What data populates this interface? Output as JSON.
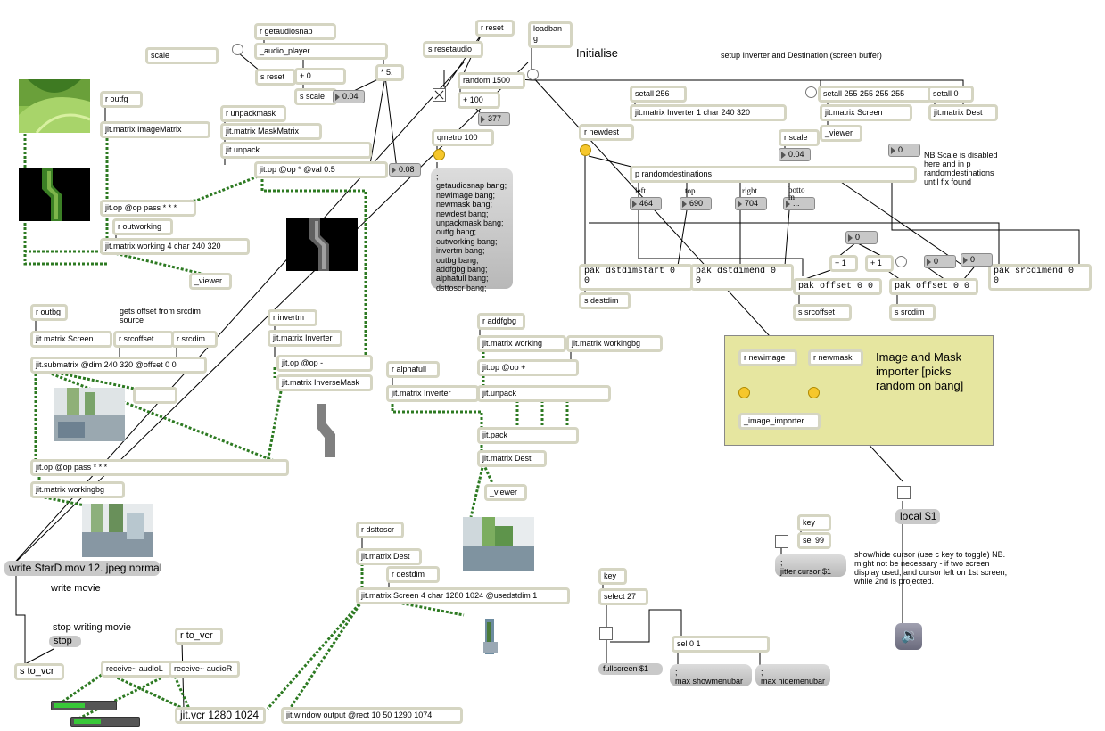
{
  "objects": {
    "scale": "scale",
    "r_getaudiosnap": "r getaudiosnap",
    "audio_player": "_audio_player",
    "plus0": "+ 0.",
    "s_reset": "s reset",
    "s_scale": "s scale",
    "times5": "* 5.",
    "r_reset": "r reset",
    "s_resetaudio": "s resetaudio",
    "loadbang": "loadban\ng",
    "random1500": "random 1500",
    "plus100": "+ 100",
    "qmetro": "qmetro 100",
    "r_outfg": "r outfg",
    "jit_imagematrix": "jit.matrix ImageMatrix",
    "r_unpackmask": "r unpackmask",
    "jit_maskmatrix": "jit.matrix MaskMatrix",
    "jit_unpack1": "jit.unpack",
    "jit_op_val": "jit.op @op * @val 0.5",
    "jit_op_pass1": "jit.op @op pass * * *",
    "r_outworking": "r outworking",
    "jit_working4": "jit.matrix working 4 char 240 320",
    "viewer1": "_viewer",
    "setall256": "setall 256",
    "jit_inverter1": "jit.matrix Inverter 1 char 240 320",
    "setall255": "setall 255 255 255 255",
    "setall0": "setall 0",
    "jit_screen1": "jit.matrix Screen",
    "jit_dest1": "jit.matrix Dest",
    "viewer2": "_viewer",
    "r_newdest": "r newdest",
    "r_scale": "r scale",
    "p_randomdest": "p randomdestinations",
    "pak_dststart": "pak dstdimstart 0\n0",
    "pak_dstend": "pak dstdimend 0\n0",
    "plus1a": "+ 1",
    "plus1b": "+ 1",
    "pak_offset1": "pak offset 0 0",
    "pak_offset2": "pak offset 0 0",
    "pak_srcend": "pak srcdimend 0\n0",
    "s_destdim": "s destdim",
    "s_srcoffset": "s srcoffset",
    "s_srcdim": "s srcdim",
    "r_outbg": "r outbg",
    "jit_screen2": "jit.matrix Screen",
    "r_srcoffset": "r srcoffset",
    "r_srcdim": "r srcdim",
    "jit_submatrix": "jit.submatrix @dim 240 320 @offset 0 0",
    "viewer3": "_viewer",
    "r_invertm": "r invertm",
    "jit_inverter2": "jit.matrix Inverter",
    "jit_op_minus": "jit.op @op -",
    "jit_inversemask": "jit.matrix InverseMask",
    "r_addfgbg": "r addfgbg",
    "jit_working": "jit.matrix working",
    "jit_workingbg": "jit.matrix workingbg",
    "jit_op_plus": "jit.op @op +",
    "r_alphafull": "r alphafull",
    "jit_inverter3": "jit.matrix Inverter",
    "jit_unpack2": "jit.unpack",
    "jit_pack": "jit.pack",
    "jit_dest2": "jit.matrix Dest",
    "viewer4": "_viewer",
    "jit_op_pass2": "jit.op @op pass * * *",
    "jit_workingbg2": "jit.matrix workingbg",
    "r_newimage": "r newimage",
    "r_newmask": "r newmask",
    "image_importer": "_image_importer",
    "r_dsttoscr": "r dsttoscr",
    "jit_dest3": "jit.matrix Dest",
    "r_destdim": "r destdim",
    "jit_screen_big": "jit.matrix Screen 4 char 1280 1024 @usedstdim 1",
    "key1": "key",
    "select27": "select 27",
    "sel01": "sel 0 1",
    "key2": "key",
    "sel99": "sel 99",
    "r_to_vcr": "r to_vcr",
    "s_to_vcr": "s to_vcr",
    "receive_audioL": "receive~ audioL",
    "receive_audioR": "receive~ audioR",
    "jit_vcr": "jit.vcr 1280 1024",
    "jit_window": "jit.window output @rect 10 50 1290 1074"
  },
  "messages": {
    "init_block": ";\ngetaudiosnap bang;\nnewimage bang;\nnewmask bang;\nnewdest bang;\nunpackmask bang;\noutfg bang;\noutworking bang;\ninvertm bang;\noutbg bang;\naddfgbg bang;\nalphafull bang;\ndsttoscr bang;",
    "write_movie": "write StarD.mov 12. jpeg normal",
    "stop": "stop",
    "fullscreen": "fullscreen $1",
    "show_menubar": ";\nmax showmenubar",
    "hide_menubar": ";\nmax hidemenubar",
    "jitter_cursor": ";\njitter cursor $1",
    "local": "local $1"
  },
  "numbers": {
    "n004a": "0.04",
    "n008": "0.08",
    "n377": "377",
    "n004b": "0.04",
    "n0a": "0",
    "left": "464",
    "top": "690",
    "right": "704",
    "bottom": "...",
    "n0b": "0",
    "n0c": "0",
    "n0d": "0"
  },
  "comments": {
    "initialise": "Initialise",
    "setup": "setup Inverter and Destination (screen buffer)",
    "nb_scale": "NB Scale is disabled\nhere and in p\nrandomdestinations\nuntil fix found",
    "gets_offset": "gets offset from srcdim\nsource",
    "left_lbl": "left",
    "top_lbl": "top",
    "right_lbl": "right",
    "bottom_lbl": "botto\nm",
    "importer": "Image and Mask\nimporter [picks\nrandom on bang]",
    "write_movie_lbl": "write movie",
    "stop_writing": "stop writing movie",
    "cursor_note": "show/hide cursor (use c key to toggle) NB.\nmight not be necessary - if two screen\ndisplay used, and cursor left on 1st screen,\nwhile 2nd is projected."
  },
  "icons": {
    "speaker": "speaker-icon"
  }
}
